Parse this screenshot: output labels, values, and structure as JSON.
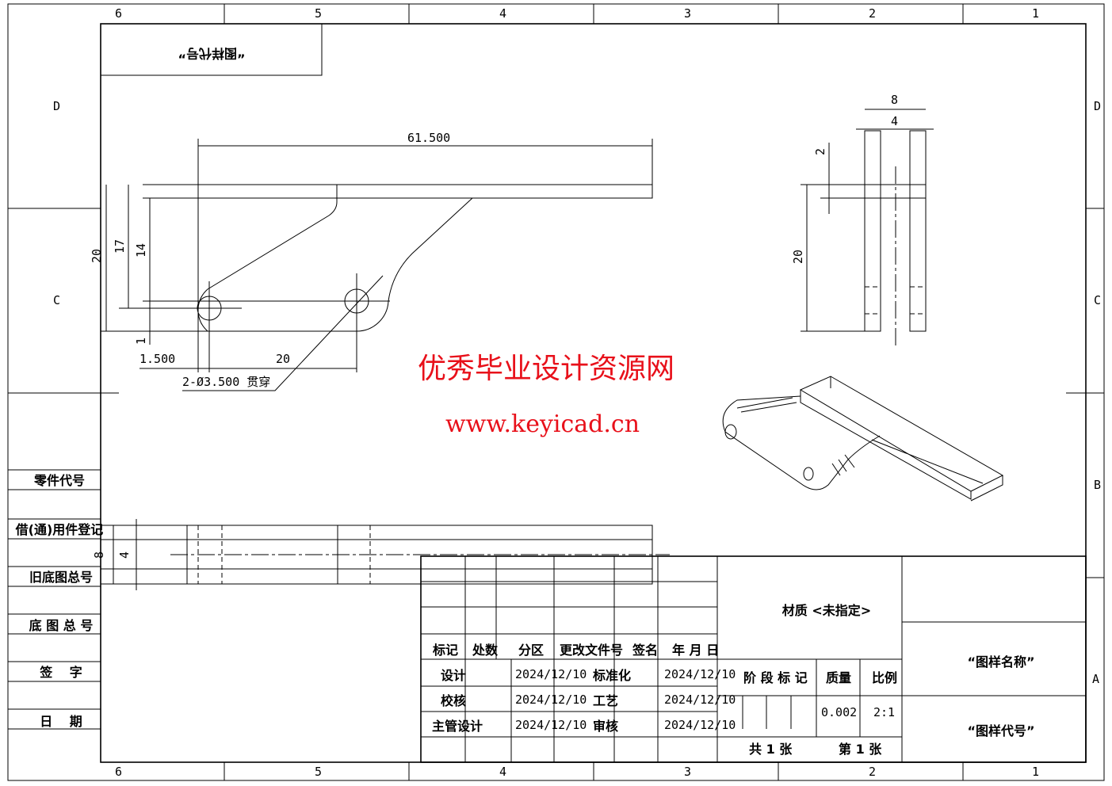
{
  "zones": {
    "columns": [
      "6",
      "5",
      "4",
      "3",
      "2",
      "1"
    ],
    "rows": [
      "D",
      "C",
      "B",
      "A"
    ]
  },
  "top_box": {
    "label": "“图样代号”"
  },
  "front_view": {
    "dim_length": "61.500",
    "dim_20": "20",
    "dim_17": "17",
    "dim_14": "14",
    "dim_1": "1",
    "dim_1_5": "1.500",
    "dim_hole_spacing": "20",
    "hole_note": "2-Ø3.500 贯穿"
  },
  "side_view": {
    "dim_8": "8",
    "dim_4": "4",
    "dim_2": "2",
    "dim_20": "20"
  },
  "top_view": {
    "dim_8": "8",
    "dim_4": "4"
  },
  "watermark": {
    "title": "优秀毕业设计资源网",
    "url": "www.keyicad.cn"
  },
  "left_table": [
    "零件代号",
    "借(通)用件登记",
    "旧底图总号",
    "底 图 总 号",
    "签　 字",
    "日　 期"
  ],
  "title_block": {
    "header": [
      "标记",
      "处数",
      "分区",
      "更改文件号",
      "签名",
      "年 月 日"
    ],
    "rows": [
      {
        "role": "设计",
        "date": "2024/12/10",
        "role2": "标准化",
        "date2": "2024/12/10"
      },
      {
        "role": "校核",
        "date": "2024/12/10",
        "role2": "工艺",
        "date2": "2024/12/10"
      },
      {
        "role": "主管设计",
        "date": "2024/12/10",
        "role2": "审核",
        "date2": "2024/12/10"
      }
    ],
    "material": "材质 <未指定>",
    "stage_label": "阶 段 标 记",
    "mass_label": "质量",
    "scale_label": "比例",
    "mass": "0.002",
    "scale": "2:1",
    "sheets_total": "共 1 张",
    "sheet_no": "第 1 张",
    "drawing_name": "“图样名称”",
    "drawing_code": "“图样代号”"
  }
}
